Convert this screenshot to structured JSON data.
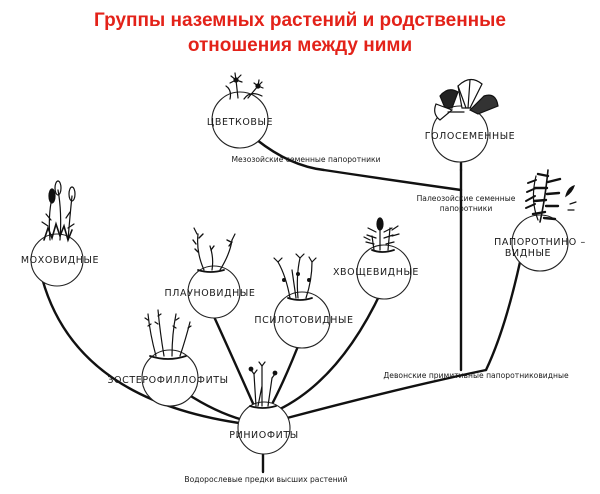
{
  "title": {
    "line1": "Группы наземных растений и родственные",
    "line2": "отношения между ними",
    "color": "#e32219"
  },
  "nodes": {
    "flowering": "ЦВЕТКОВЫЕ",
    "gymnosperms": "ГОЛОСЕМЕННЫЕ",
    "mosses": "МОХОВИДНЫЕ",
    "ferns_line1": "ПАПОРОТНИНО –",
    "ferns_line2": "ВИДНЫЕ",
    "lycopods": "ПЛАУНОВИДНЫЕ",
    "psilotes": "ПСИЛОТОВИДНЫЕ",
    "horsetails": "ХВОЩЕВИДНЫЕ",
    "zosterophylls": "ЗОСТЕРОФИЛЛОФИТЫ",
    "rhyniophytes": "РИНИОФИТЫ"
  },
  "annotations": {
    "mesozoic": "Мезозойские семенные папоротники",
    "paleozoic_line1": "Палеозойские семенные",
    "paleozoic_line2": "папоротники",
    "devonian": "Девонские примитивные папоротниковидные",
    "algal": "Водорослевые предки высших растений"
  },
  "colors": {
    "line": "#111111",
    "circle": "#222222"
  }
}
